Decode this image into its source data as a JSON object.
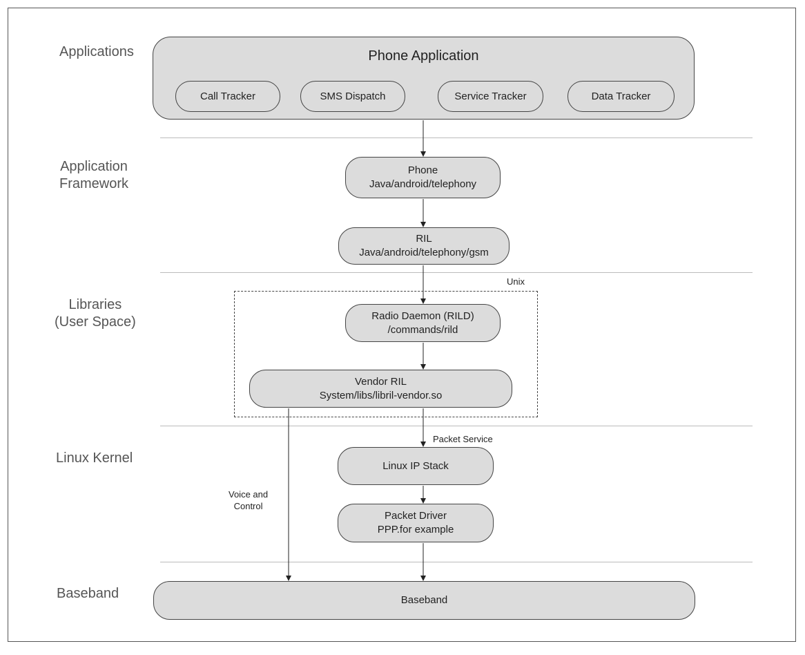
{
  "layers": {
    "applications": [
      "Applications"
    ],
    "framework": [
      "Application",
      "Framework"
    ],
    "libraries": [
      "Libraries",
      "(User Space)"
    ],
    "kernel": [
      "Linux Kernel"
    ],
    "baseband": [
      "Baseband"
    ]
  },
  "phone_app": {
    "title": "Phone Application",
    "modules": [
      "Call Tracker",
      "SMS Dispatch",
      "Service Tracker",
      "Data Tracker"
    ]
  },
  "phone": {
    "line1": "Phone",
    "line2": "Java/android/telephony"
  },
  "ril": {
    "line1": "RIL",
    "line2": "Java/android/telephony/gsm"
  },
  "rild": {
    "line1": "Radio Daemon (RILD)",
    "line2": "/commands/rild"
  },
  "vendor_ril": {
    "line1": "Vendor RIL",
    "line2": "System/libs/libril-vendor.so"
  },
  "ip_stack": {
    "line1": "Linux IP Stack"
  },
  "packet_driver": {
    "line1": "Packet Driver",
    "line2": "PPP.for example"
  },
  "baseband_box": {
    "line1": "Baseband"
  },
  "notes": {
    "unix": "Unix",
    "packet_service": "Packet Service",
    "voice_control": [
      "Voice and",
      "Control"
    ]
  }
}
